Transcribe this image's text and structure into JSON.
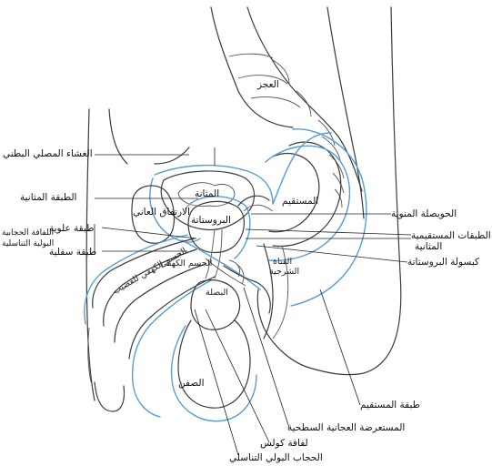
{
  "labels": {
    "coccyx": "العجز",
    "peritoneum": "الغشاء المصلي البطني",
    "vesical_layer": "الطبقة المثانية",
    "pubic_symphysis": "الارتفاق العاني",
    "bladder": "المثانة",
    "rectum_top": "المستقيم",
    "prostate": "البروستاتة",
    "superior_layer": "طبقة علوية",
    "inferior_layer": "طبقة سفلية",
    "urogenital_fascia_1": "اللفافة الحجابية",
    "urogenital_fascia_2": "البولية التناسلية",
    "corpus_cavernosum": "الجسم الكهفي للقضيب",
    "corpus_spongiosum": "الجسم الكهفي",
    "bulb": "البصلة",
    "urethra_canal_1": "القناة",
    "urethra_canal_2": "الشرجية",
    "scrotum": "الصفن",
    "seminal_vesicle": "الحويصلة المنوية",
    "rectovesical_layers_1": "الطبقات المستقيمية",
    "rectovesical_layers_2": "المثانية",
    "prostate_capsule": "كبسولة البروستاتة",
    "rectal_layer": "طبقة المستقيم",
    "transverse_perineal": "المستعرضة العجانية السطحية",
    "colles_fascia": "لفافة كولس",
    "urogenital_diaphragm": "الحجاب البولي التناسلي"
  },
  "colors": {
    "outline": "#3a3a3a",
    "fascia": "#5b9bd5",
    "text": "#111111"
  }
}
